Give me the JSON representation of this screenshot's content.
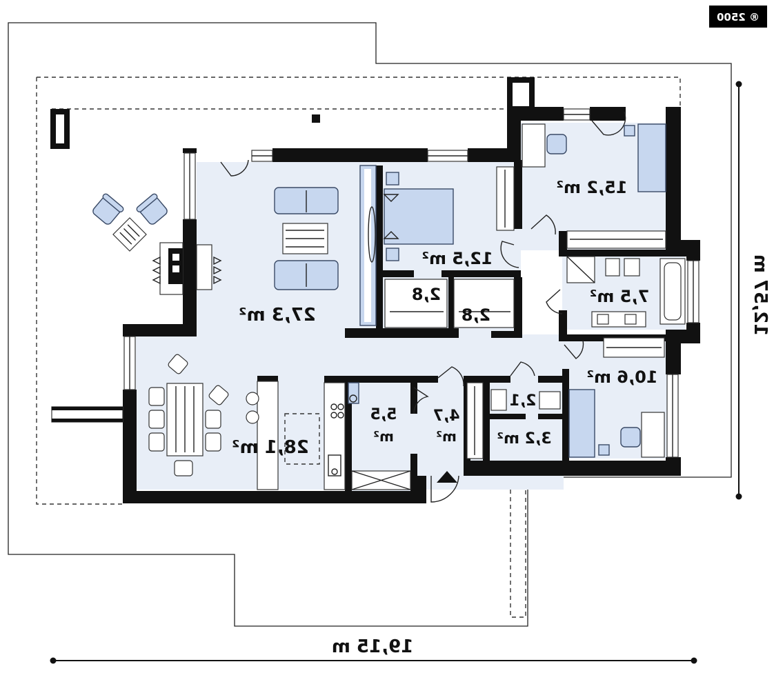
{
  "badge": {
    "text": "® 2500"
  },
  "dimensions": {
    "width": "19,15 m",
    "height": "12,57 m"
  },
  "rooms": {
    "living": "27,3 m²",
    "dining": "28,1 m²",
    "bedroom_center": "12,5 m²",
    "bedroom_top_right": "15,2 m²",
    "bathroom": "7,5 m²",
    "bedroom_bottom_right": "10,6 m²",
    "closet_1": "2,8",
    "closet_2": "2,8",
    "pantry_line1": "5,5",
    "pantry_line2": "m²",
    "hall_line1": "4,7",
    "hall_line2": "m²",
    "wc": "2,1",
    "laundry": "3,2 m²"
  },
  "colors": {
    "floor": "#e8eef7",
    "wall": "#111111",
    "furniture": "#c7d7ef",
    "badge_bg": "#000000",
    "badge_text": "#ffffff"
  }
}
